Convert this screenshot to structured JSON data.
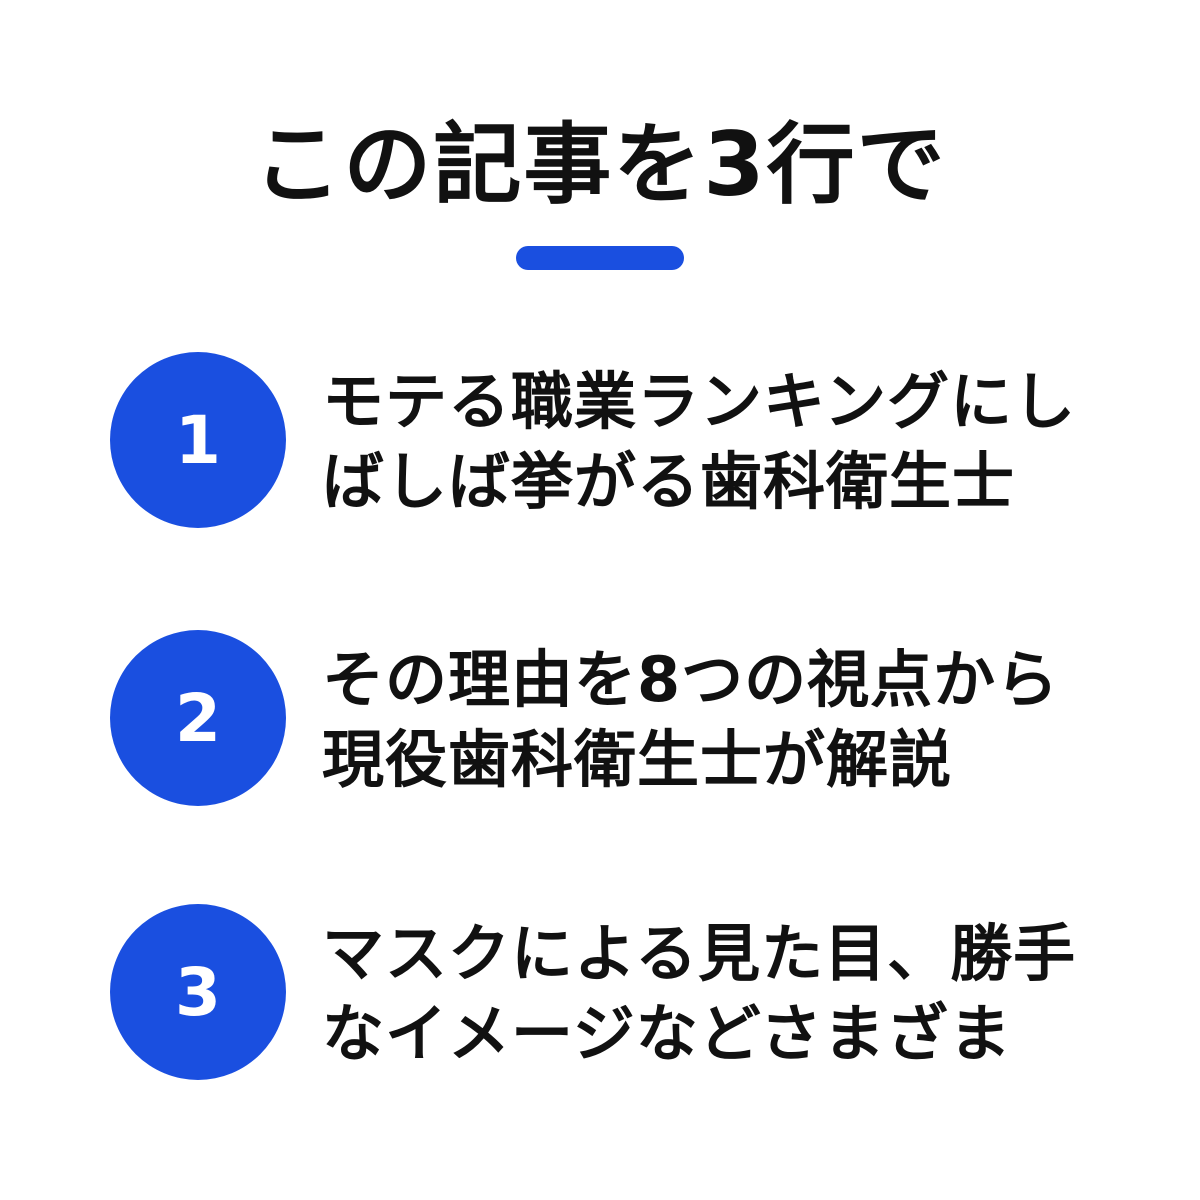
{
  "title": "この記事を3行で",
  "colors": {
    "accent": "#1a4fe0",
    "text": "#111111",
    "background": "#ffffff"
  },
  "items": [
    {
      "number": "1",
      "line1": "モテる職業ランキングにし",
      "line2": "ばしば挙がる歯科衛生士"
    },
    {
      "number": "2",
      "line1": "その理由を8つの視点から",
      "line2": "現役歯科衛生士が解説"
    },
    {
      "number": "3",
      "line1": "マスクによる見た目、勝手",
      "line2": "なイメージなどさまざま"
    }
  ]
}
